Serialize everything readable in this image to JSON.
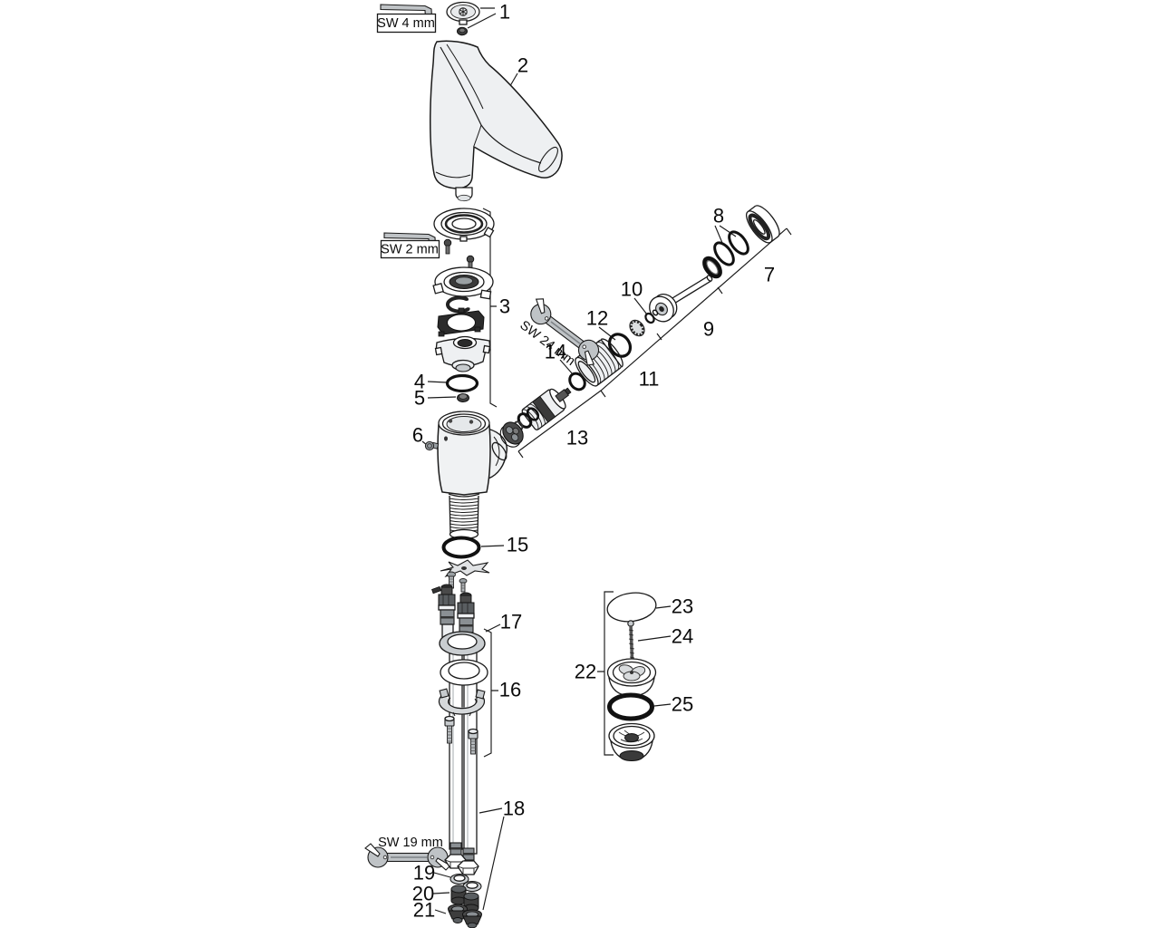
{
  "colors": {
    "background": "#ffffff",
    "line": "#1a1a1a",
    "metal_light": "#eef0f2",
    "metal_mid": "#c7cbce",
    "tool_gray": "#bfc3c6",
    "rubber_dark": "#2e2e2e"
  },
  "part_labels": {
    "p1": "1",
    "p2": "2",
    "p3": "3",
    "p4": "4",
    "p5": "5",
    "p6": "6",
    "p7": "7",
    "p8": "8",
    "p9": "9",
    "p10": "10",
    "p11": "11",
    "p12": "12",
    "p13": "13",
    "p14": "14",
    "p15": "15",
    "p16": "16",
    "p17": "17",
    "p18": "18",
    "p19": "19",
    "p20": "20",
    "p21": "21",
    "p22": "22",
    "p23": "23",
    "p24": "24",
    "p25": "25"
  },
  "tool_labels": {
    "sw4": "SW 4 mm",
    "sw2": "SW 2 mm",
    "sw24": "SW 24 mm",
    "sw19": "SW 19 mm"
  }
}
